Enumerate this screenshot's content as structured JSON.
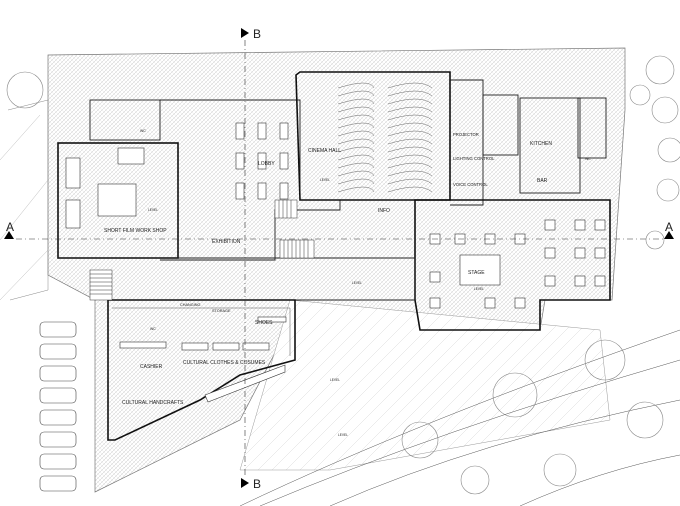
{
  "section_markers": {
    "a_left": "A",
    "a_right": "A",
    "b_top": "B",
    "b_bottom": "B"
  },
  "rooms": {
    "short_film_workshop": "SHORT FILM WORK SHOP",
    "lobby": "LOBBY",
    "cinema_hall": "CINEMA HALL",
    "projector": "PROJECTOR",
    "lighting_control": "LIGHTING CONTROL",
    "voice_control": "VOICE CONTROL",
    "kitchen": "KITCHEN",
    "bar": "BAR",
    "info": "INFO",
    "exhibition": "EXHIBITION",
    "stage": "STAGE",
    "changing": "CHANGING",
    "storage": "STORAGE",
    "shoes": "SHOES",
    "cashier": "CASHIER",
    "cultural_clothes": "CULTURAL CLOTHES & COSUMES",
    "cultural_handcrafts": "CULTURAL HANDCRAFTS"
  },
  "wc_labels": [
    "WC",
    "WC",
    "WC"
  ],
  "level_marks": {
    "workshop": "LEVEL",
    "cinema": "LEVEL",
    "stage": "LEVEL",
    "exhibition": "LEVEL",
    "outdoor_1": "LEVEL",
    "outdoor_2": "LEVEL"
  },
  "colors": {
    "line": "#111111",
    "hatch": "#bdbdbd",
    "paper": "#ffffff"
  }
}
